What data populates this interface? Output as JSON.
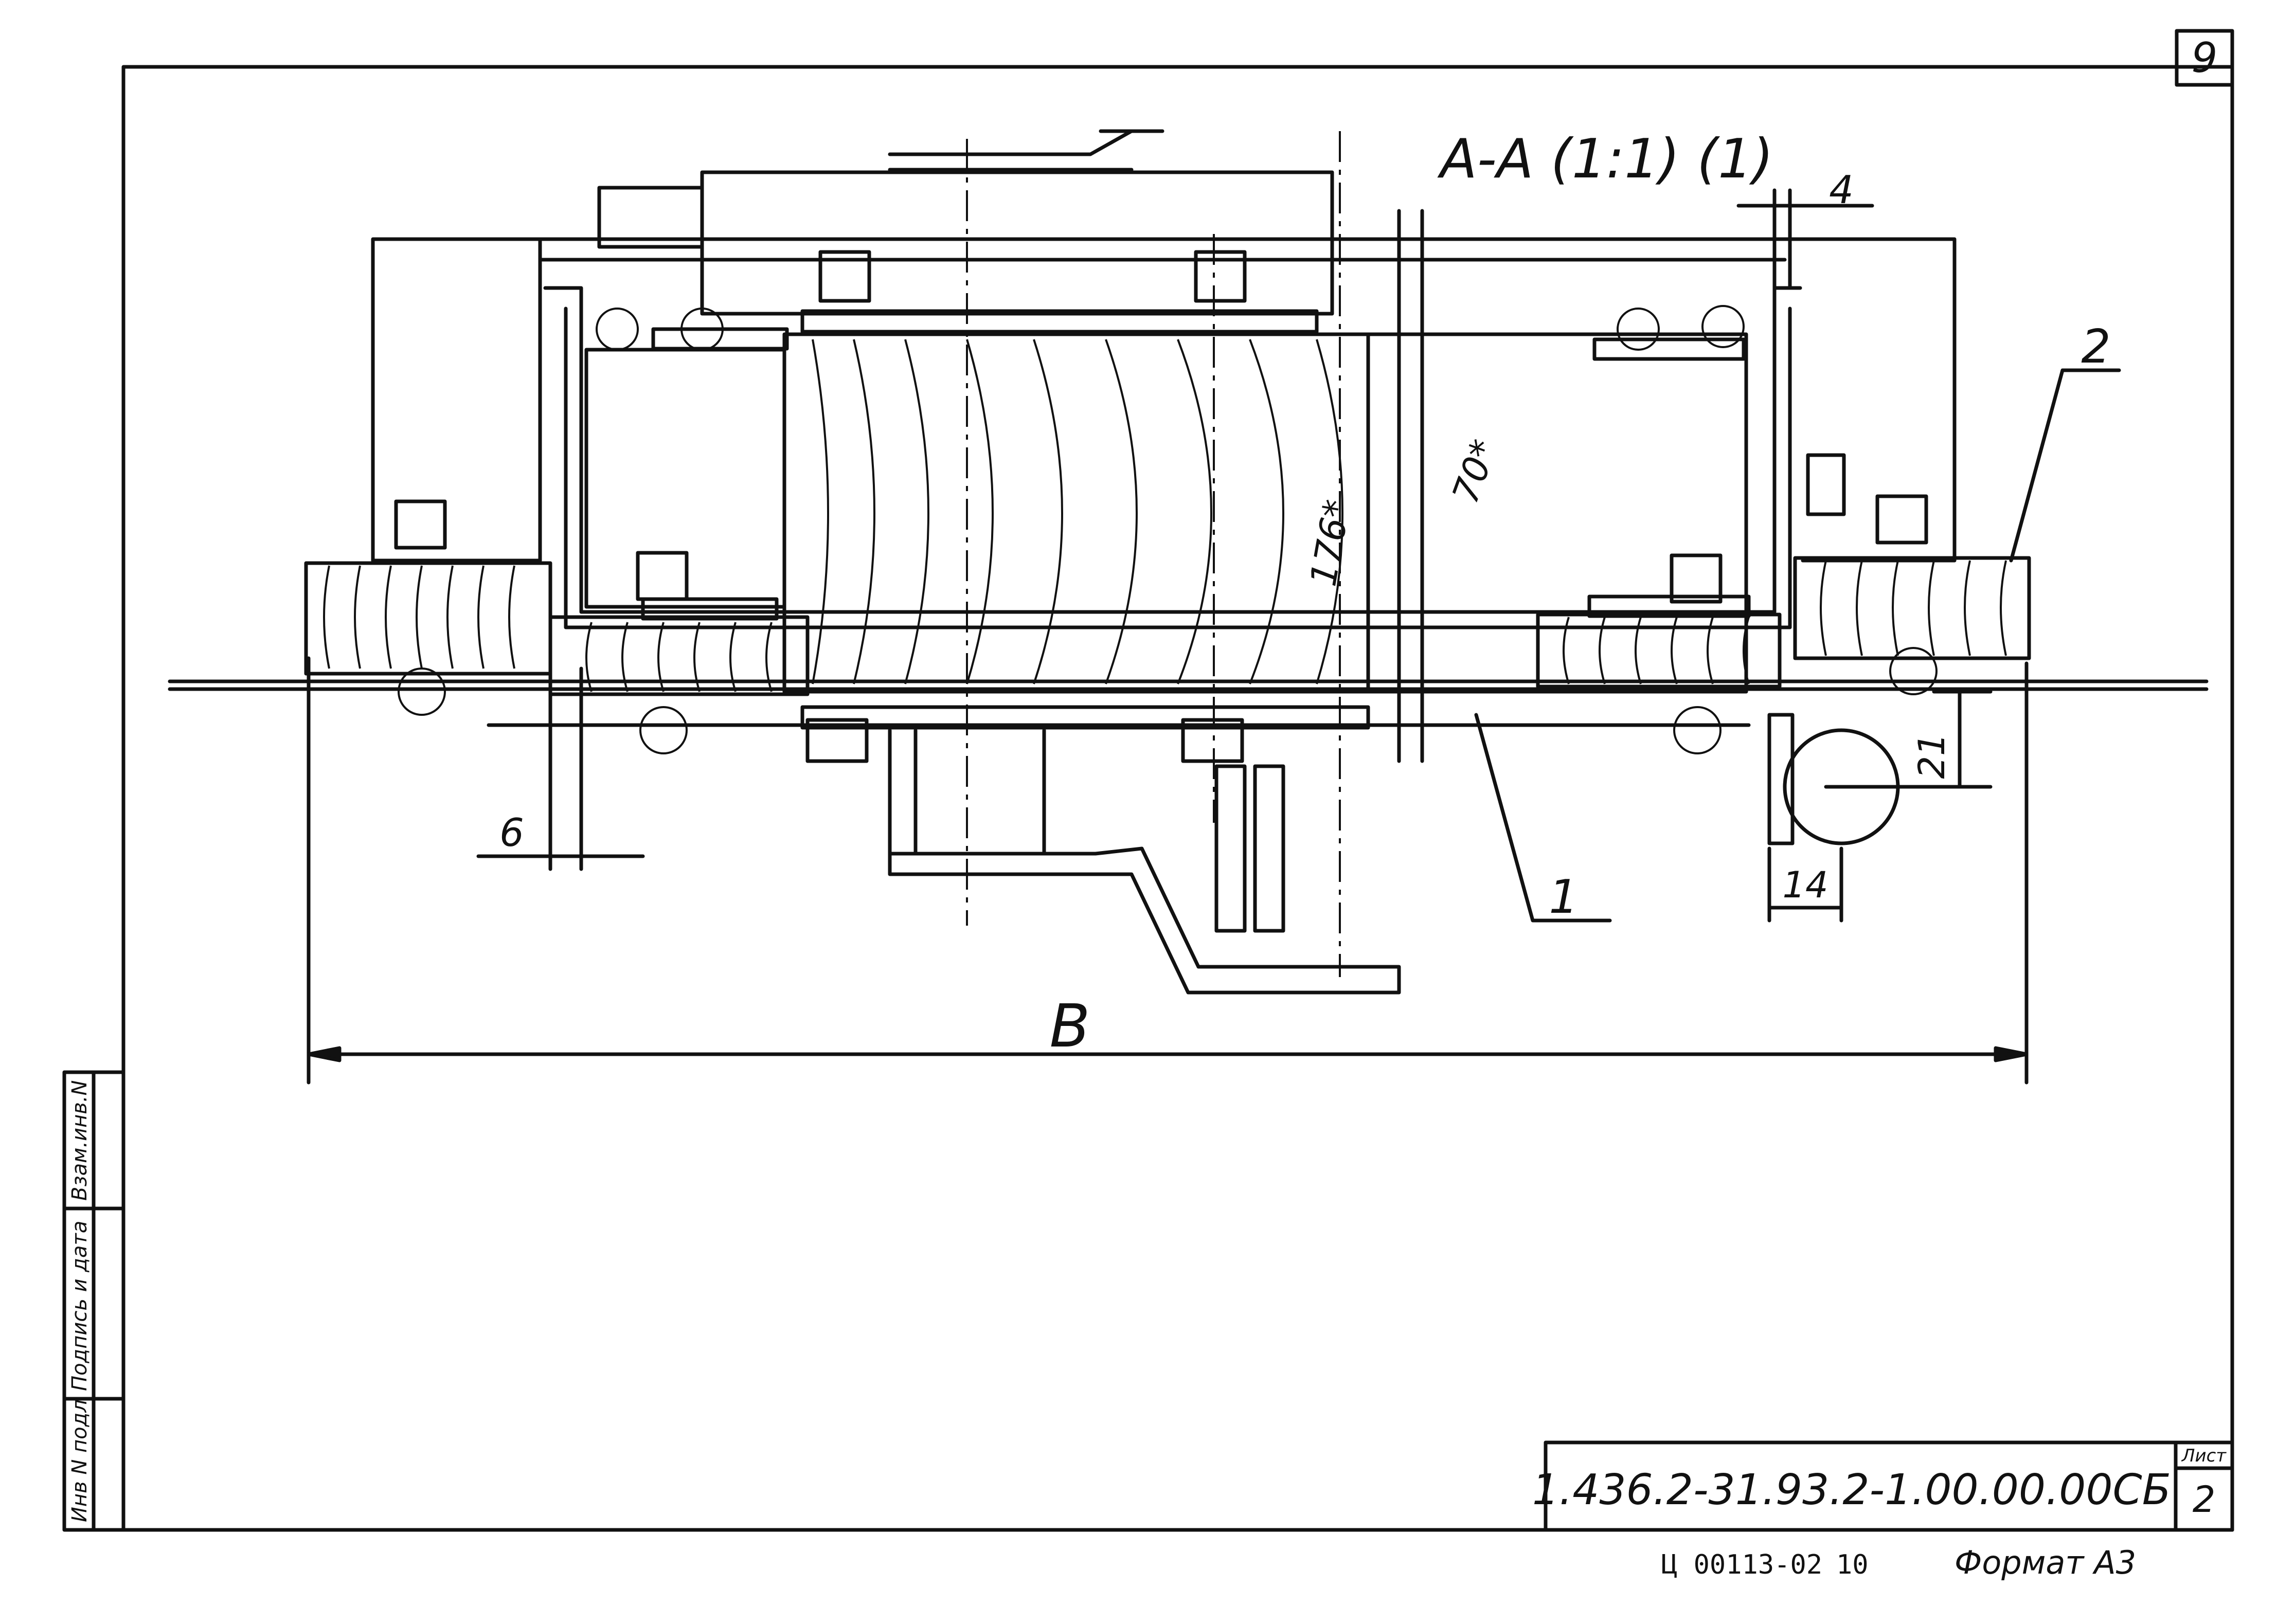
{
  "sheet_number_corner": "9",
  "section_title": "А-А (1:1) (1)",
  "dimensions": {
    "gap_top": "4",
    "side_left": "6",
    "right_width": "14",
    "right_height": "21",
    "inner_176": "176*",
    "inner_70": "70*",
    "overall": "В"
  },
  "callouts": {
    "part_1": "1",
    "part_2": "2"
  },
  "side_stamp": {
    "inv_orig": "Инв N подл",
    "sign_date": "Подпись и дата",
    "replace_inv": "Взам.инв.N"
  },
  "title_block": {
    "designation": "1.436.2-31.93.2-1.00.00.00СБ",
    "sheet_label": "Лист",
    "sheet_value": "2"
  },
  "footer": {
    "code": "Ц 00113-02",
    "number": "10",
    "format": "Формат А3"
  }
}
